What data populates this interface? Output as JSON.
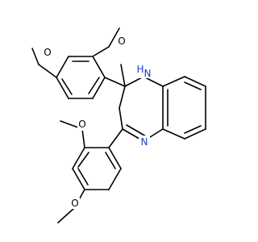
{
  "molecule": {
    "atoms": {
      "o_top_ring_para": "O",
      "o_top_ring_ortho": "O",
      "nh_text": "H",
      "nh_n": "N",
      "n_imine": "N",
      "o_bottom_ring_ortho": "O",
      "o_bottom_ring_para": "O"
    }
  },
  "colors": {
    "bond": "#000000",
    "nitrogen": "#1f3fbf",
    "oxygen": "#000000",
    "background": "#ffffff"
  }
}
